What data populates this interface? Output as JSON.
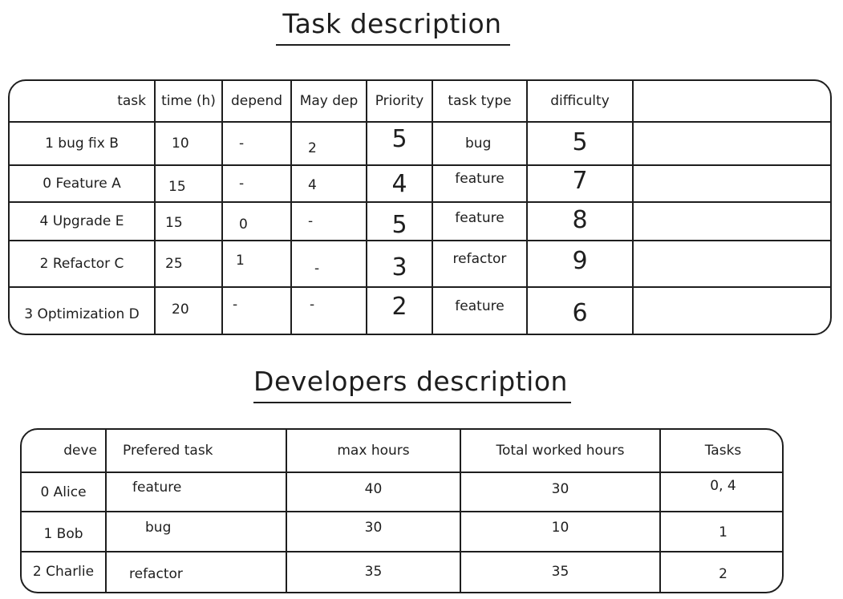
{
  "task_section": {
    "title": "Task description",
    "headers": [
      "task",
      "time (h)",
      "depend",
      "May dep",
      "Priority",
      "task type",
      "difficulty",
      ""
    ],
    "rows": [
      [
        "1 bug fix B",
        "10",
        "-",
        "2",
        "5",
        "bug",
        "5",
        ""
      ],
      [
        "0 Feature A",
        "15",
        "-",
        "4",
        "4",
        "feature",
        "7",
        ""
      ],
      [
        "4 Upgrade E",
        "15",
        "0",
        "-",
        "5",
        "feature",
        "8",
        ""
      ],
      [
        "2 Refactor C",
        "25",
        "1",
        "-",
        "3",
        "refactor",
        "9",
        ""
      ],
      [
        "3 Optimization D",
        "20",
        "-",
        "-",
        "2",
        "feature",
        "6",
        ""
      ]
    ]
  },
  "developer_section": {
    "title": "Developers description",
    "headers": [
      "deve",
      "Prefered task",
      "max hours",
      "Total worked hours",
      "Tasks"
    ],
    "rows": [
      [
        "0 Alice",
        "feature",
        "40",
        "30",
        "0, 4"
      ],
      [
        "1 Bob",
        "bug",
        "30",
        "10",
        "1"
      ],
      [
        "2 Charlie",
        "refactor",
        "35",
        "35",
        "2"
      ]
    ]
  },
  "colors": {
    "ink": "#1e1e1e",
    "background": "#ffffff"
  }
}
